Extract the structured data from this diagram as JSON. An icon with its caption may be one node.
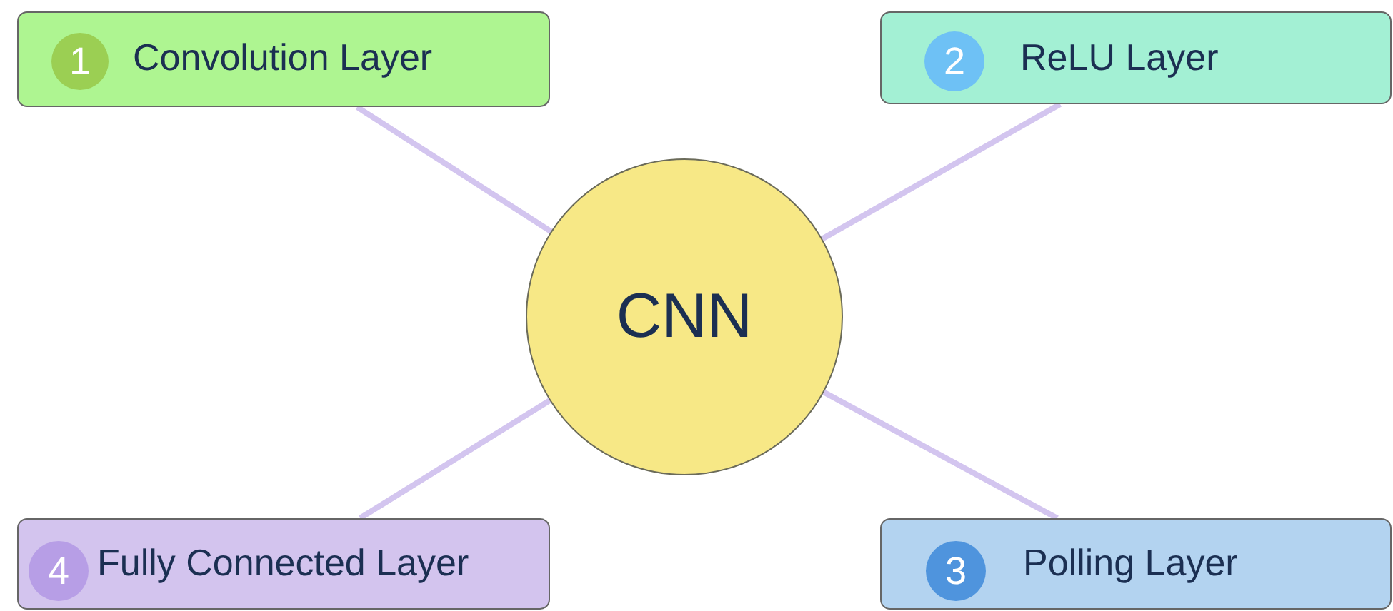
{
  "diagram": {
    "nodes": [
      {
        "text": [
          "1",
          "Convolution Layer"
        ]
      },
      {
        "text": [
          "2",
          "ReLU Layer"
        ]
      },
      {
        "text": [
          "CNN"
        ]
      },
      {
        "text": [
          "4",
          "Fully Connected Layer"
        ]
      },
      {
        "text": [
          "3",
          "Polling Layer"
        ]
      }
    ],
    "edges": [
      {
        "from": 2,
        "to": 0,
        "arrow": "none"
      },
      {
        "from": 2,
        "to": 1,
        "arrow": "none"
      },
      {
        "from": 2,
        "to": 3,
        "arrow": "none"
      },
      {
        "from": 2,
        "to": 4,
        "arrow": "none"
      }
    ]
  }
}
